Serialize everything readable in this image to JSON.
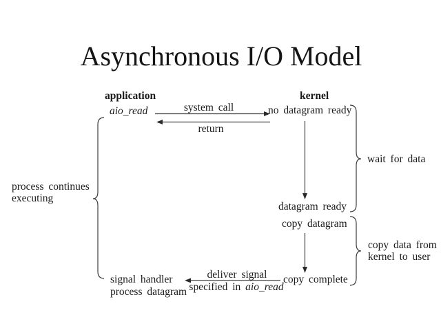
{
  "title": "Asynchronous I/O Model",
  "columns": {
    "application": "application",
    "kernel": "kernel"
  },
  "app_side": {
    "aio_read": "aio_read",
    "signal_handler": "signal handler",
    "process_datagram": "process datagram"
  },
  "kernel_side": {
    "no_datagram_ready": "no datagram ready",
    "datagram_ready": "datagram ready",
    "copy_datagram": "copy datagram",
    "copy_complete": "copy complete"
  },
  "arrow_labels": {
    "system_call": "system call",
    "return_label": "return",
    "deliver_signal": "deliver signal",
    "specified_in": "specified in ",
    "specified_in_func": "aio_read"
  },
  "annotations": {
    "process_continues": "process continues",
    "executing": "executing",
    "wait_for_data": "wait for data",
    "copy_data_from": "copy data from",
    "kernel_to_user": "kernel to user"
  },
  "colors": {
    "background": "#ffffff",
    "text": "#1b1b1b",
    "line": "#3c3c3c"
  }
}
